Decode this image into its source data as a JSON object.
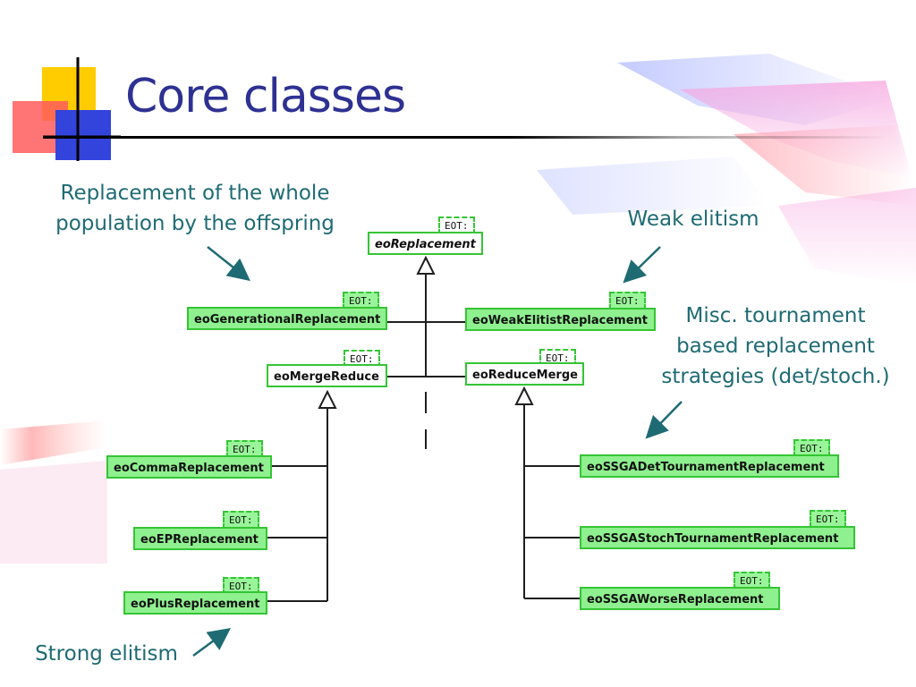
{
  "slide": {
    "title": "Core classes"
  },
  "notes": {
    "replacement": [
      "Replacement of the whole",
      "population by the offspring"
    ],
    "weak": "Weak elitism",
    "misc": [
      "Misc. tournament",
      "based replacement",
      "strategies (det/stoch.)"
    ],
    "strong": "Strong elitism"
  },
  "diagram": {
    "template_param": "EOT:",
    "classes": {
      "root": "eoReplacement",
      "generational": "eoGenerationalReplacement",
      "weak_elitist": "eoWeakElitistReplacement",
      "merge_reduce": "eoMergeReduce",
      "reduce_merge": "eoReduceMerge",
      "comma": "eoCommaReplacement",
      "ep": "eoEPReplacement",
      "plus": "eoPlusReplacement",
      "det_tournament": "eoSSGADetTournamentReplacement",
      "stoch_tournament": "eoSSGAStochTournamentReplacement",
      "worse": "eoSSGAWorseReplacement"
    }
  },
  "colors": {
    "title": "#2e3192",
    "note_text": "#1f6b73",
    "class_fill": "#8ff08f",
    "class_border": "#35c535"
  }
}
